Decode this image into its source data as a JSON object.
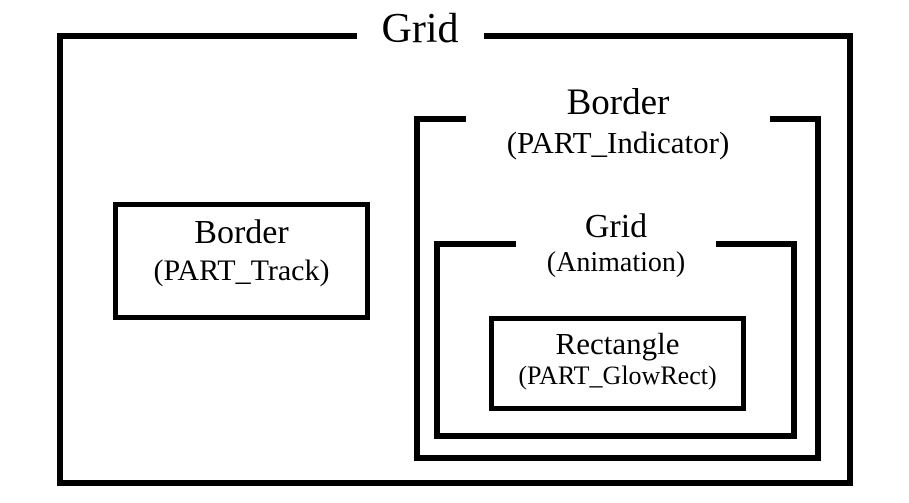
{
  "diagram": {
    "title": "Grid",
    "background_color": "#ffffff",
    "stroke_color": "#000000",
    "nodes": {
      "grid_outer": {
        "type_label": "Grid",
        "part_label": ""
      },
      "border_track": {
        "type_label": "Border",
        "part_label": "(PART_Track)"
      },
      "border_indicator": {
        "type_label": "Border",
        "part_label": "(PART_Indicator)"
      },
      "grid_animation": {
        "type_label": "Grid",
        "part_label": "(Animation)"
      },
      "rectangle_glowrect": {
        "type_label": "Rectangle",
        "part_label": "(PART_GlowRect)"
      }
    }
  }
}
